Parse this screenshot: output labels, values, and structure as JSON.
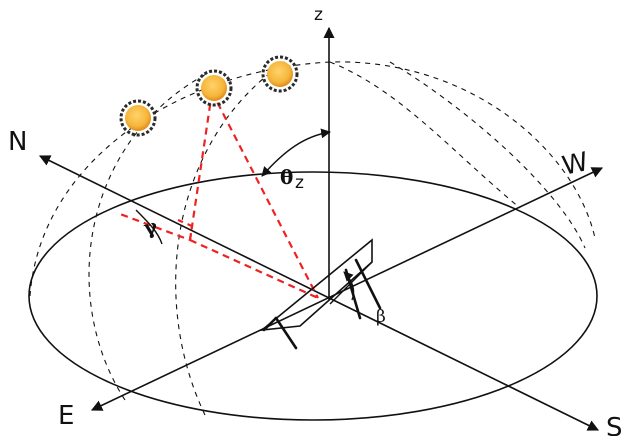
{
  "labels": {
    "zenith": "z",
    "north": "N",
    "west": "W",
    "east": "E",
    "south": "S",
    "zenith_angle": "θ",
    "zenith_angle_sub": "z",
    "surface_azimuth": "γ",
    "slope": "β"
  },
  "colors": {
    "projection_lines": "#ee2222",
    "sun_core": "#f5b63a",
    "sun_rays": "#2a2a2a"
  },
  "icons": [
    "sun-icon"
  ]
}
